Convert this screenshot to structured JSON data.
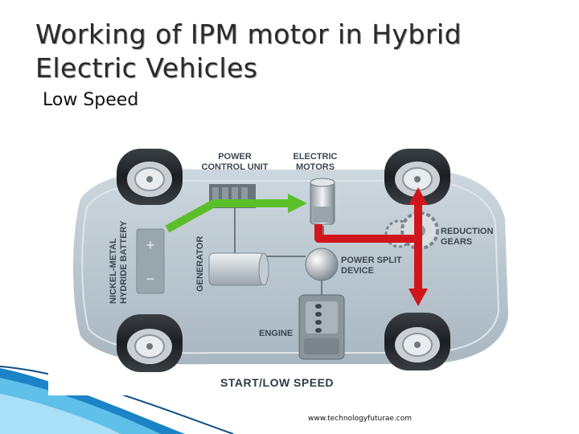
{
  "slide": {
    "title": "Working of IPM motor in Hybrid Electric Vehicles",
    "subtitle": "Low Speed",
    "footer": "www.technologyfuturae.com"
  },
  "diagram": {
    "labels": {
      "power_control_unit_1": "POWER",
      "power_control_unit_2": "CONTROL UNIT",
      "electric_motors_1": "ELECTRIC",
      "electric_motors_2": "MOTORS",
      "reduction_gears_1": "REDUCTION",
      "reduction_gears_2": "GEARS",
      "power_split_1": "POWER SPLIT",
      "power_split_2": "DEVICE",
      "battery_1": "NICKEL-METAL",
      "battery_2": "HYDRIDE BATTERY",
      "generator": "GENERATOR",
      "engine": "ENGINE",
      "mode": "START/LOW SPEED",
      "plus": "+",
      "minus": "−"
    },
    "colors": {
      "car_body": "#b9c6cf",
      "electric_flow": "#5bbf2a",
      "mechanical_flow": "#d0161a",
      "accent_blue": "#1a8fd0"
    }
  }
}
